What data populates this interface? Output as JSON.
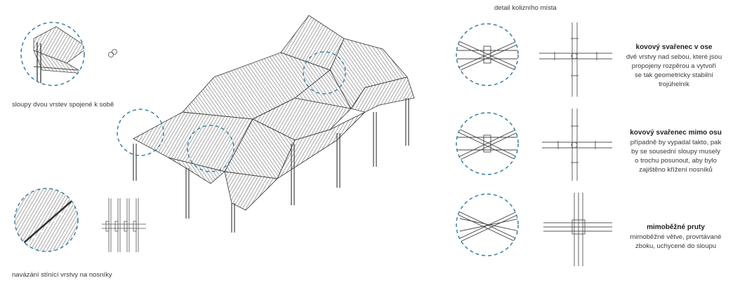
{
  "captions": {
    "left_top": "sloupy dvou vrstev spojené k sobě",
    "left_bottom": "navázání stínící vrstvy na nosníky",
    "detail_header": "detail kolizního místa"
  },
  "details": [
    {
      "title": "kovový svařenec v ose",
      "lines": [
        "dvě vrstvy nad sebou, které jsou",
        "propojeny rozpěrou a vytvoří",
        "se tak geometricky stabilní",
        "trojúhelník"
      ]
    },
    {
      "title": "kovový svařenec mimo osu",
      "lines": [
        "případně by vypadal takto, pak",
        "by se sousední sloupy musely",
        "o trochu posunout, aby bylo",
        "zajištěno křížení nosníků"
      ]
    },
    {
      "title": "mimoběžné pruty",
      "lines": [
        "mimoběžné větve, provrtávané",
        "zboku, uchycené do sloupu"
      ]
    }
  ],
  "colors": {
    "dash_circle": "#3b7fa0",
    "line": "#444444"
  }
}
